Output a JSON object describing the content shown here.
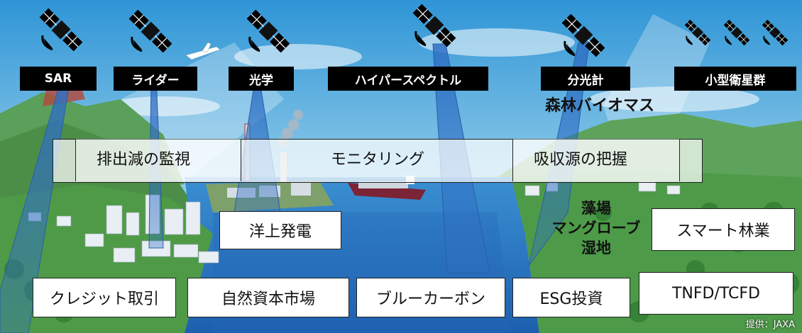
{
  "satellites": [
    {
      "label": "SAR"
    },
    {
      "label": "ライダー"
    },
    {
      "label": "光学"
    },
    {
      "label": "ハイパースペクトル"
    },
    {
      "label": "分光計"
    },
    {
      "label": "小型衛星群"
    }
  ],
  "band": {
    "left": "排出減の監視",
    "center": "モニタリング",
    "right": "吸収源の把握"
  },
  "overlay_text": {
    "forest_biomass": "森林バイオマス",
    "seagrass": "藻場\nマングローブ\n湿地"
  },
  "boxes": {
    "offshore_power": "洋上発電",
    "smart_forestry": "スマート林業",
    "credit_trading": "クレジット取引",
    "natural_capital_market": "自然資本市場",
    "blue_carbon": "ブルーカーボン",
    "esg_investment": "ESG投資",
    "tnfd_tcfd": "TNFD/TCFD"
  },
  "credit": "提供：JAXA",
  "colors": {
    "sky_top": "#3fa0d8",
    "sky_bottom": "#bfe3f2",
    "sea": "#2a78c4",
    "forest": "#3f8f3a",
    "beam": "#2f6fc4",
    "label_bg": "#000000"
  },
  "icons": [
    "satellite-icon",
    "airplane-icon",
    "ship-icon"
  ]
}
